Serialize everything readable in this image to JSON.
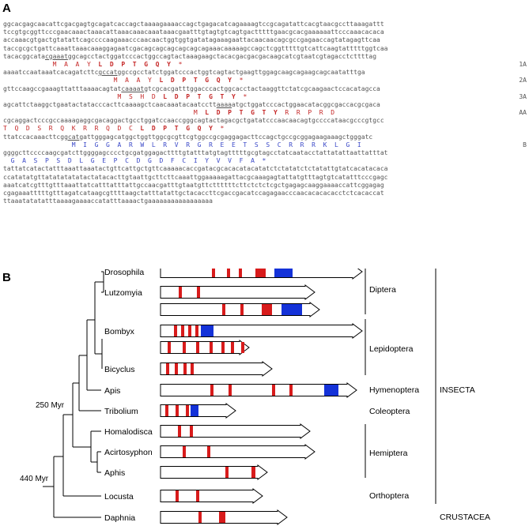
{
  "panel_a": {
    "label": "A",
    "lines": [
      {
        "segs": [
          {
            "t": "ggcacgagcaacattcgacgagtgcagatcaccagctaaaagaaaaccagctgagacatcagaaaagtccgcagatattcacgtaacgccttaaagattt"
          }
        ]
      },
      {
        "segs": [
          {
            "t": "tccgtgcggttcccgaacaaactaaacattaaacaaacaaataaacgaatttgtagtgtcagtgactttttgaacgcacgaaaaaattcccaaacacaca"
          }
        ]
      },
      {
        "segs": [
          {
            "t": "accaaacgtgactgtatattcagccccaagaaacccaacaactggtggtgatatagaaagaattacaacaacagcgccgagaaccagtatagagttcaa"
          }
        ]
      },
      {
        "segs": [
          {
            "t": "taccgcgctgattcaaattaaacaaaggagaatcgacagcagcagcagcagcagaaacaaaaagccagctcggtttttgtcattcaagtatttttggtcaa"
          }
        ]
      },
      {
        "segs": [
          {
            "t": "tacacggcata"
          },
          {
            "t": "cgaaat",
            "u": true
          },
          {
            "t": "ggcagcctactggatcccactggccagtactaaagaagctacacgacgacgacaagcatcgtaatcgtagacctcttttag"
          }
        ]
      },
      {
        "type": "aa",
        "color": "red",
        "tag": "1A",
        "segs": [
          {
            "t": "             M  A  A  Y  "
          },
          {
            "t": "L  D  P  T  G  Q  Y",
            "b": true
          },
          {
            "t": "  *"
          }
        ]
      },
      {
        "segs": [
          {
            "t": "aaaatccaataaatcacagatcttc"
          },
          {
            "t": "gccat",
            "u": true
          },
          {
            "t": "ggccgcctatctggatcccactggtcagtactgaagttggagcaagcagaagcagcaatatttga"
          }
        ]
      },
      {
        "type": "aa",
        "color": "red",
        "tag": "2A",
        "segs": [
          {
            "t": "                             M  A  A  Y  "
          },
          {
            "t": "L  D  P  T  G  Q  Y",
            "b": true
          },
          {
            "t": "  *"
          }
        ]
      },
      {
        "segs": [
          {
            "t": "gttccaagccgaaagttatttaaaacagtat"
          },
          {
            "t": "caaaat",
            "u": true
          },
          {
            "t": "gtcgcacgatttggacccactggcacctactaaggttctatcgcaagaactccacatagcca"
          }
        ]
      },
      {
        "type": "aa",
        "color": "red",
        "tag": "3A",
        "segs": [
          {
            "t": "                              M  S  H  D  "
          },
          {
            "t": "L  D  P  T  G  T  Y",
            "b": true
          },
          {
            "t": "  *"
          }
        ]
      },
      {
        "segs": [
          {
            "t": "agcattctaaggctgaatactatacccacttcaaaagctcaacaaatacaatcctt"
          },
          {
            "t": "aaaa",
            "u": true
          },
          {
            "t": "atgctggatcccactggaacatacggcgaccacgcgaca"
          }
        ]
      },
      {
        "type": "aa",
        "color": "red",
        "tag": "AA",
        "segs": [
          {
            "t": "                                                  M  "
          },
          {
            "t": "L  D  P  T  G  T  Y",
            "b": true
          },
          {
            "t": "  R  R  P  R  D"
          }
        ]
      },
      {
        "segs": [
          {
            "t": "cgcaggactcccgccaaaagaggcgacaggactgcctggatccaaccgggcagtactagacgctgatatcccaacaacagtgccccataacgcccgtgcc"
          }
        ]
      },
      {
        "type": "aa",
        "color": "red",
        "segs": [
          {
            "t": "T  Q  D  S  R  Q  K  R  R  Q  D  C  "
          },
          {
            "t": "L  D  P  T  G  Q  Y",
            "b": true
          },
          {
            "t": "  *"
          }
        ]
      },
      {
        "segs": [
          {
            "t": "ttatccacaaacttc"
          },
          {
            "t": "ggcat",
            "u": true
          },
          {
            "t": "gattgggagcatggctggttggcgcgttcgtggccgcgaggagacttccagctgccgcggagaagaaagctgggatc"
          }
        ]
      },
      {
        "type": "aa",
        "color": "blue",
        "tag": "B",
        "segs": [
          {
            "t": "                  M  I  G  G  A  R  W  L  R  V  R  G  R  E  E  T  S  S  C  R  R  R  K  L  G  I"
          }
        ]
      },
      {
        "segs": [
          {
            "t": "ggggcttccccaagcgatcttggggagcccctgcgatggagacttttgtatttatgtagtttttgcgtagcctatcaatacctattatattaattatttat"
          }
        ]
      },
      {
        "type": "aa",
        "color": "blue",
        "segs": [
          {
            "t": "  G  A  S  P  S  D  L  G  E  P  C  D  G  D  F  C  I  Y  V  V  F  A  *"
          }
        ]
      },
      {
        "segs": [
          {
            "t": "tattatcatactatttaaattaaatactgttcattgctgttcaaaaacaccgatacgcacacatacatatctctatatctctatattgtatcacatacaca"
          }
        ]
      },
      {
        "segs": [
          {
            "t": "ccatatatgttatatatatatactatacacttgtaattgcttcttcaaattggaaaaagattacgcaaagagtattatgtttagtgtcatatttcccgagc"
          }
        ]
      },
      {
        "segs": [
          {
            "t": "aaatcatcgtttgtttaaattatcatttatttattgccaacgatttgtaatgttcttttttcttctctctcgctgagagcaaggaaaaccattcggagag"
          }
        ]
      },
      {
        "segs": [
          {
            "t": "cgagaaatttttgtttagatcataagcgttttaagctatttatattgctacaccttcgaccgacatccagagaacccaacacacacacctctcacaccat"
          }
        ]
      },
      {
        "segs": [
          {
            "t": "ttaaatatatatttaaaagaaaaccatatttaaaactgaaaaaaaaaaaaaaaaa"
          }
        ]
      }
    ]
  },
  "panel_b": {
    "label": "B",
    "colors": {
      "red": "#d81b1b",
      "blue": "#1432d8",
      "line": "#000000"
    },
    "rows": [
      {
        "name": "Drosophila",
        "end": 458,
        "segments": [
          {
            "c": "red",
            "s": 268,
            "w": 4
          },
          {
            "c": "red",
            "s": 287,
            "w": 4
          },
          {
            "c": "red",
            "s": 302,
            "w": 4
          },
          {
            "c": "red",
            "s": 323,
            "w": 13
          },
          {
            "c": "blue",
            "s": 347,
            "w": 23
          }
        ]
      },
      {
        "name": "Lutzomyia",
        "end": 398,
        "segments": [
          {
            "c": "red",
            "s": 226,
            "w": 4
          },
          {
            "c": "red",
            "s": 249,
            "w": 4
          }
        ]
      },
      {
        "name": "",
        "end": 404,
        "segments": [
          {
            "c": "red",
            "s": 281,
            "w": 4
          },
          {
            "c": "red",
            "s": 304,
            "w": 4
          },
          {
            "c": "red",
            "s": 331,
            "w": 13
          },
          {
            "c": "blue",
            "s": 356,
            "w": 26
          }
        ]
      },
      {
        "name": "Bombyx",
        "end": 458,
        "segments": [
          {
            "c": "red",
            "s": 220,
            "w": 4
          },
          {
            "c": "red",
            "s": 229,
            "w": 4
          },
          {
            "c": "red",
            "s": 238,
            "w": 4
          },
          {
            "c": "red",
            "s": 247,
            "w": 4
          },
          {
            "c": "blue",
            "s": 254,
            "w": 16
          }
        ]
      },
      {
        "name": "",
        "end": 315,
        "segments": [
          {
            "c": "red",
            "s": 212,
            "w": 4
          },
          {
            "c": "red",
            "s": 231,
            "w": 4
          },
          {
            "c": "red",
            "s": 248,
            "w": 4
          },
          {
            "c": "red",
            "s": 265,
            "w": 4
          },
          {
            "c": "red",
            "s": 280,
            "w": 4
          },
          {
            "c": "red",
            "s": 292,
            "w": 4
          },
          {
            "c": "red",
            "s": 305,
            "w": 4
          }
        ]
      },
      {
        "name": "Bicyclus",
        "end": 344,
        "segments": [
          {
            "c": "red",
            "s": 210,
            "w": 4
          },
          {
            "c": "red",
            "s": 221,
            "w": 4
          },
          {
            "c": "red",
            "s": 232,
            "w": 4
          },
          {
            "c": "red",
            "s": 241,
            "w": 4
          }
        ]
      },
      {
        "name": "Apis",
        "end": 451,
        "segments": [
          {
            "c": "red",
            "s": 266,
            "w": 4
          },
          {
            "c": "red",
            "s": 289,
            "w": 4
          },
          {
            "c": "red",
            "s": 344,
            "w": 4
          },
          {
            "c": "red",
            "s": 366,
            "w": 4
          },
          {
            "c": "blue",
            "s": 410,
            "w": 18
          }
        ]
      },
      {
        "name": "Tribolium",
        "end": 298,
        "segments": [
          {
            "c": "red",
            "s": 209,
            "w": 4
          },
          {
            "c": "red",
            "s": 222,
            "w": 4
          },
          {
            "c": "red",
            "s": 235,
            "w": 4
          },
          {
            "c": "blue",
            "s": 241,
            "w": 10
          }
        ]
      },
      {
        "name": "Homalodisca",
        "end": 392,
        "segments": [
          {
            "c": "red",
            "s": 225,
            "w": 4
          },
          {
            "c": "red",
            "s": 240,
            "w": 4
          }
        ]
      },
      {
        "name": "Acirtosyphon",
        "end": 398,
        "segments": [
          {
            "c": "red",
            "s": 231,
            "w": 4
          },
          {
            "c": "red",
            "s": 262,
            "w": 4
          }
        ]
      },
      {
        "name": "Aphis",
        "end": 338,
        "segments": [
          {
            "c": "red",
            "s": 285,
            "w": 4
          },
          {
            "c": "red",
            "s": 318,
            "w": 5
          }
        ]
      },
      {
        "name": "Locusta",
        "end": 332,
        "segments": [
          {
            "c": "red",
            "s": 222,
            "w": 4
          },
          {
            "c": "red",
            "s": 248,
            "w": 4
          }
        ]
      },
      {
        "name": "Daphnia",
        "end": 363,
        "segments": [
          {
            "c": "red",
            "s": 251,
            "w": 4
          },
          {
            "c": "red",
            "s": 277,
            "w": 8
          }
        ]
      }
    ],
    "groups": [
      "Diptera",
      "Lepidoptera",
      "Hymenoptera",
      "Coleoptera",
      "Hemiptera",
      "Orthoptera"
    ],
    "classes": [
      "INSECTA",
      "CRUSTACEA"
    ],
    "node_labels": [
      "250 Myr",
      "440 Myr"
    ]
  }
}
